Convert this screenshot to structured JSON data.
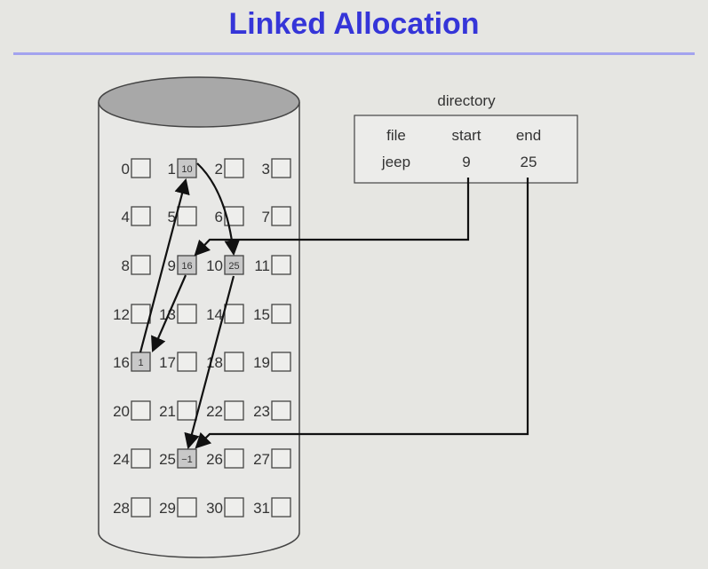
{
  "title": "Linked Allocation",
  "directory": {
    "label": "directory",
    "headers": [
      "file",
      "start",
      "end"
    ],
    "row": [
      "jeep",
      "9",
      "25"
    ]
  },
  "blocks": [
    {
      "n": "0",
      "v": ""
    },
    {
      "n": "1",
      "v": "10"
    },
    {
      "n": "2",
      "v": ""
    },
    {
      "n": "3",
      "v": ""
    },
    {
      "n": "4",
      "v": ""
    },
    {
      "n": "5",
      "v": ""
    },
    {
      "n": "6",
      "v": ""
    },
    {
      "n": "7",
      "v": ""
    },
    {
      "n": "8",
      "v": ""
    },
    {
      "n": "9",
      "v": "16"
    },
    {
      "n": "10",
      "v": "25"
    },
    {
      "n": "11",
      "v": ""
    },
    {
      "n": "12",
      "v": ""
    },
    {
      "n": "13",
      "v": ""
    },
    {
      "n": "14",
      "v": ""
    },
    {
      "n": "15",
      "v": ""
    },
    {
      "n": "16",
      "v": "1"
    },
    {
      "n": "17",
      "v": ""
    },
    {
      "n": "18",
      "v": ""
    },
    {
      "n": "19",
      "v": ""
    },
    {
      "n": "20",
      "v": ""
    },
    {
      "n": "21",
      "v": ""
    },
    {
      "n": "22",
      "v": ""
    },
    {
      "n": "23",
      "v": ""
    },
    {
      "n": "24",
      "v": ""
    },
    {
      "n": "25",
      "v": "−1"
    },
    {
      "n": "26",
      "v": ""
    },
    {
      "n": "27",
      "v": ""
    },
    {
      "n": "28",
      "v": ""
    },
    {
      "n": "29",
      "v": ""
    },
    {
      "n": "30",
      "v": ""
    },
    {
      "n": "31",
      "v": ""
    }
  ],
  "colors": {
    "title": "#3535d8",
    "used_block": "#c8c8c8"
  }
}
